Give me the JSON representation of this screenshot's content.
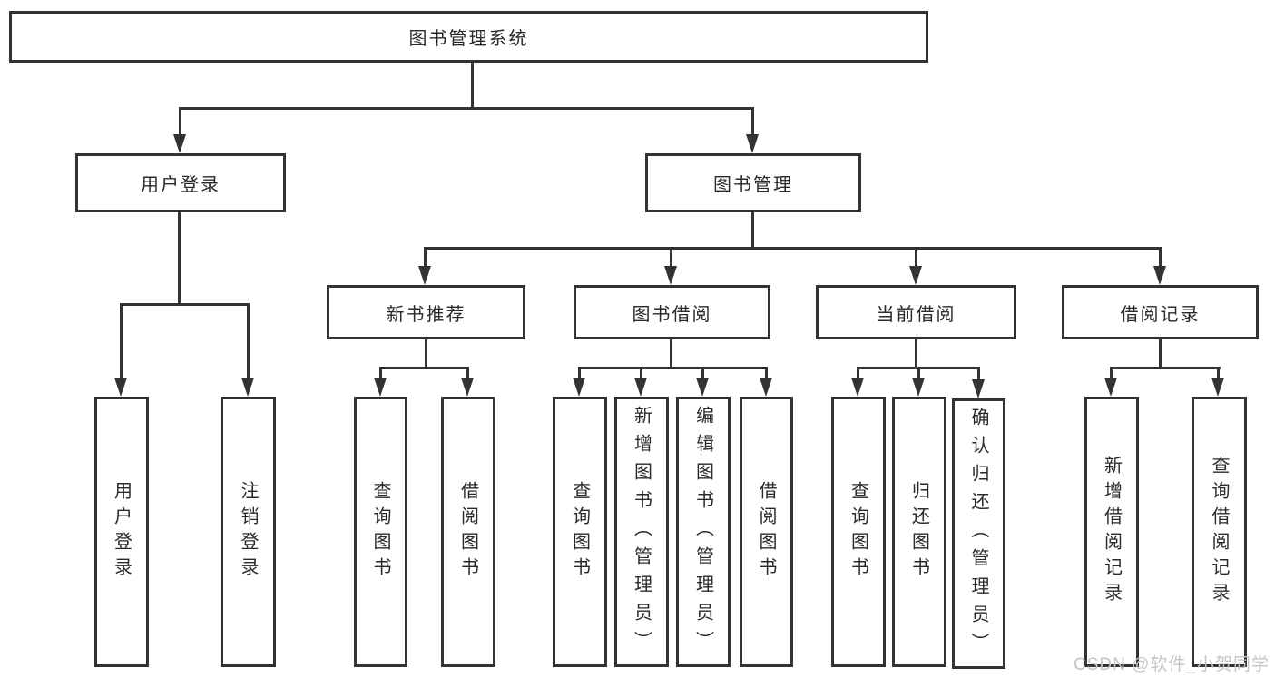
{
  "diagram": {
    "root": "图书管理系统",
    "branches": [
      {
        "label": "用户登录",
        "children": [
          "用户登录",
          "注销登录"
        ]
      },
      {
        "label": "图书管理",
        "groups": [
          {
            "label": "新书推荐",
            "children": [
              "查询图书",
              "借阅图书"
            ]
          },
          {
            "label": "图书借阅",
            "children": [
              "查询图书",
              "新增图书（管理员）",
              "编辑图书（管理员）",
              "借阅图书"
            ]
          },
          {
            "label": "当前借阅",
            "children": [
              "查询图书",
              "归还图书",
              "确认归还（管理员）"
            ]
          },
          {
            "label": "借阅记录",
            "children": [
              "新增借阅记录",
              "查询借阅记录"
            ]
          }
        ]
      }
    ],
    "colors": {
      "line": "#333333",
      "box_background": "#ffffff",
      "text": "#2a2a2a",
      "watermark": "#c5c5c5"
    },
    "watermark": "CSDN @软件_小贺同学"
  }
}
